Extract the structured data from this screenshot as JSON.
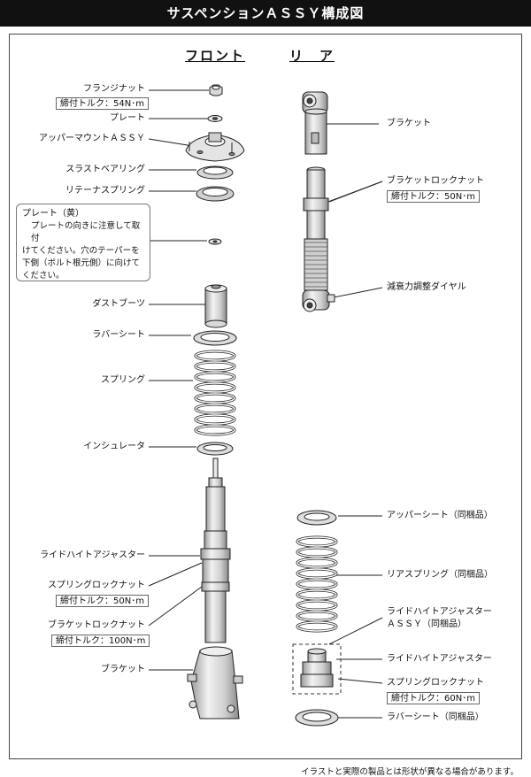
{
  "title": "サスペンションＡＳＳＹ構成図",
  "columns": {
    "front": "フロント",
    "rear": "リ　ア"
  },
  "front": {
    "flange_nut": "フランジナット",
    "flange_nut_torque": "締付トルク：54N･m",
    "plate": "プレート",
    "upper_mount": "アッパーマウントＡＳＳＹ",
    "thrust_bearing": "スラストベアリング",
    "retainer_spring": "リテーナスプリング",
    "dust_boot": "ダストブーツ",
    "rubber_seat": "ラバーシート",
    "spring": "スプリング",
    "insulator": "インシュレータ",
    "ride_height_adjuster": "ライドハイトアジャスター",
    "spring_lock_nut": "スプリングロックナット",
    "spring_lock_nut_torque": "締付トルク：50N･m",
    "bracket_lock_nut": "ブラケットロックナット",
    "bracket_lock_nut_torque": "締付トルク：100N･m",
    "bracket": "ブラケット"
  },
  "note": {
    "title": "プレート（黄）",
    "line1": "プレートの向きに注意して取付",
    "line2": "けてください。穴のテーパーを",
    "line3": "下側（ボルト根元側）に向けて",
    "line4": "ください。"
  },
  "rear": {
    "bracket": "ブラケット",
    "bracket_lock_nut": "ブラケットロックナット",
    "bracket_lock_nut_torque": "締付トルク：50N･m",
    "damping_dial": "減衰力調整ダイヤル",
    "upper_seat": "アッパーシート（同梱品）",
    "rear_spring": "リアスプリング（同梱品）",
    "rha_assy_1": "ライドハイトアジャスター",
    "rha_assy_2": "ＡＳＳＹ（同梱品）",
    "ride_height_adjuster": "ライドハイトアジャスター",
    "spring_lock_nut": "スプリングロックナット",
    "spring_lock_nut_torque": "締付トルク：60N･m",
    "rubber_seat": "ラバーシート（同梱品）"
  },
  "footer": "イラストと実際の製品とは形状が異なる場合があります。"
}
